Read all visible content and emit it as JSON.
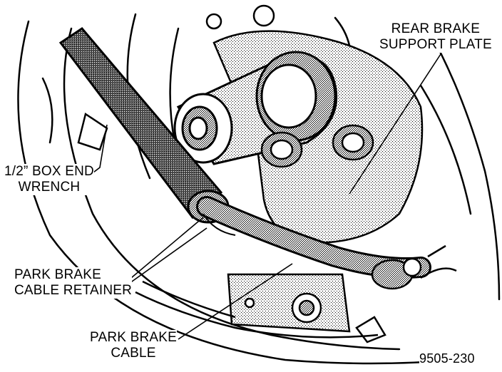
{
  "labels": {
    "support_plate": [
      "REAR BRAKE",
      "SUPPORT PLATE"
    ],
    "wrench": [
      "1/2” BOX END",
      "WRENCH"
    ],
    "retainer": [
      "PARK BRAKE",
      "CABLE RETAINER"
    ],
    "cable": [
      "PARK BRAKE",
      "CABLE"
    ]
  },
  "figure_number": "9505-230",
  "colors": {
    "ink": "#000000",
    "paper": "#ffffff",
    "shade": "#9a9a9a"
  }
}
